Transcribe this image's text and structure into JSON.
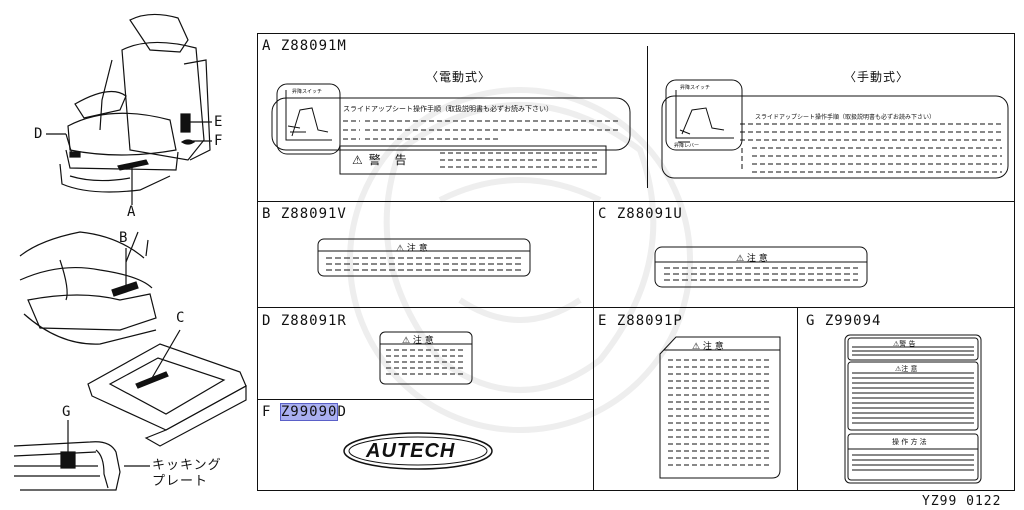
{
  "colors": {
    "line": "#111111",
    "highlight": "#aab0f0",
    "watermark": "#eeeeee"
  },
  "left_callouts": {
    "D": "D",
    "E": "E",
    "F": "F",
    "A": "A",
    "B": "B",
    "C": "C",
    "G": "G",
    "kicking_plate": "キッキング\nプレート"
  },
  "panels": {
    "A": {
      "header": "A Z88091M",
      "left_title": "〈電動式〉",
      "right_title": "〈手動式〉",
      "left_instruction": "スライドアップシート操作手順（取扱説明書も必ずお読み下さい）",
      "right_instruction": "スライドアップシート操作手順（取扱説明書も必ずお読み下さい）",
      "switch_label_left": "昇降スイッチ",
      "switch_label_right": "昇降スイッチ",
      "lever_label": "昇降レバー",
      "warning": "⚠ 警　告"
    },
    "B": {
      "header": "B Z88091V",
      "caution": "⚠ 注 意"
    },
    "C": {
      "header": "C Z88091U",
      "caution": "⚠ 注 意"
    },
    "D": {
      "header": "D Z88091R",
      "caution": "⚠ 注 意"
    },
    "E": {
      "header": "E Z88091P",
      "caution": "⚠ 注 意"
    },
    "G": {
      "header": "G Z99094",
      "warning": "⚠警 告",
      "caution": "⚠注 意",
      "operation": "操 作 方 法"
    },
    "F": {
      "header_prefix": "F ",
      "header_highlight": "Z99090",
      "header_suffix": "D",
      "logo": "AUTECH"
    }
  },
  "footer_code": "YZ99 0122"
}
